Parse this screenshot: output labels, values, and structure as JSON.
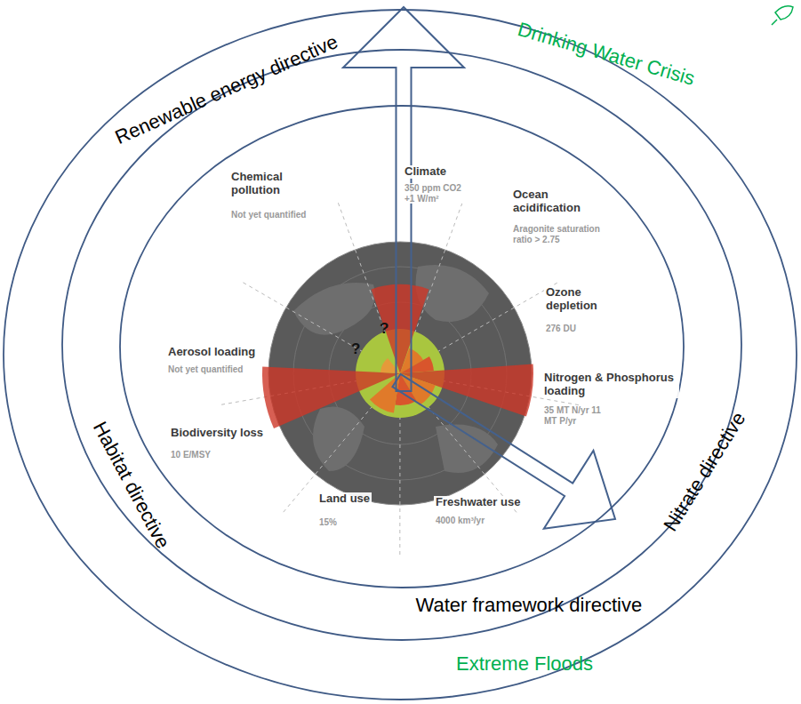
{
  "diagram": {
    "nodes": [
      {
        "text": [
          "Drinking Water Crisis",
          "Extreme Floods"
        ]
      },
      {
        "text": [
          "Renewable energy directive",
          "Habitat directive",
          "Nitrate directive",
          "Water framework directive"
        ],
        "in": 0
      },
      {
        "text": [
          "Climate",
          "350 ppm CO2 +1 W/m²",
          "Ocean acidification",
          "Aragonite saturation ratio > 2.75",
          "Ozone depletion",
          "276 DU",
          "Nitrogen & Phosphorus loading",
          "35 MT N/yr 11 MT P/yr",
          "Freshwater use",
          "4000 km³/yr",
          "Land use",
          "15%",
          "Biodiversity loss",
          "10 E/MSY",
          "Aerosol loading",
          "Not yet quantified",
          "Chemical pollution",
          "Not yet quantified"
        ],
        "in": 1
      }
    ],
    "edges": [
      {
        "from": 2,
        "to": 0,
        "arrow": "to"
      },
      {
        "from": 2,
        "to": 0,
        "arrow": "to"
      }
    ],
    "labels": [
      "?",
      "?"
    ]
  }
}
